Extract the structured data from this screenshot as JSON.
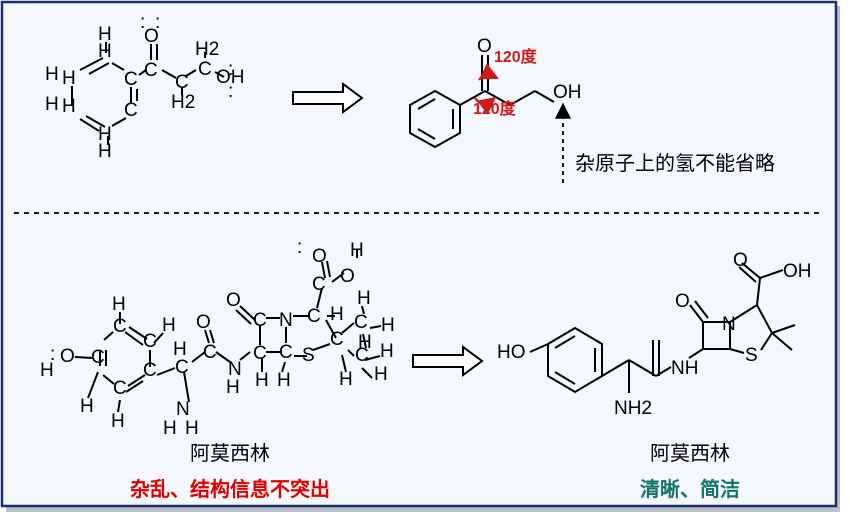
{
  "top": {
    "angle1": "120度",
    "angle2": "120度",
    "note": "杂原子上的氢不能省略"
  },
  "bottom": {
    "left_name": "阿莫西林",
    "right_name": "阿莫西林",
    "left_caption": "杂乱、结构信息不突出",
    "right_caption": "清晰、简洁"
  },
  "atoms": {
    "H": "H",
    "C": "C",
    "O": "O",
    "N": "N",
    "S": "S",
    "OH": "OH",
    "HO": "HO",
    "NH2": "NH2",
    "H2": "H2",
    "NH": "NH",
    "colon": ":"
  },
  "colors": {
    "frame": "#1c2f6b",
    "panel_bg": "#f4f7fb",
    "angle_red": "#d01a1a",
    "bad_red": "#e00000",
    "good_teal": "#137366"
  }
}
